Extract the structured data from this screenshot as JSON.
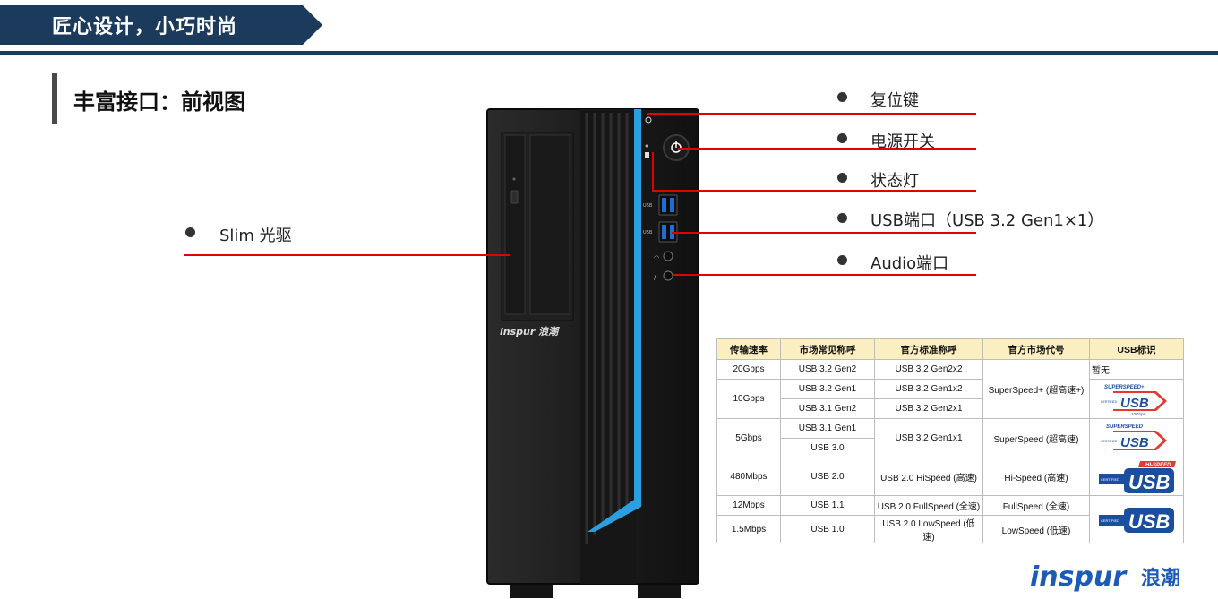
{
  "header": {
    "title": "匠心设计，小巧时尚"
  },
  "section": {
    "title": "丰富接口：前视图"
  },
  "callouts": {
    "optical": "Slim 光驱",
    "reset": "复位键",
    "power": "电源开关",
    "status": "状态灯",
    "usb": "USB端口（USB 3.2 Gen1×1）",
    "audio": "Audio端口"
  },
  "device": {
    "brand": "inspur",
    "brand_cn": "浪潮",
    "port_label": "USB"
  },
  "table": {
    "headers": [
      "传输速率",
      "市场常见称呼",
      "官方标准称呼",
      "官方市场代号",
      "USB标识"
    ],
    "rows": [
      [
        "20Gbps",
        "USB 3.2 Gen2",
        "USB 3.2 Gen2x2",
        "",
        "暂无"
      ],
      [
        "10Gbps",
        "USB 3.2 Gen1",
        "USB 3.2 Gen1x2",
        "SuperSpeed+ (超高速+)",
        ""
      ],
      [
        "",
        "USB 3.1 Gen2",
        "USB 3.2 Gen2x1",
        "",
        ""
      ],
      [
        "5Gbps",
        "USB 3.1 Gen1",
        "USB 3.2 Gen1x1",
        "SuperSpeed (超高速)",
        ""
      ],
      [
        "",
        "USB 3.0",
        "",
        "",
        ""
      ],
      [
        "480Mbps",
        "USB 2.0",
        "USB 2.0 HiSpeed (高速)",
        "Hi-Speed (高速)",
        ""
      ],
      [
        "12Mbps",
        "USB 1.1",
        "USB 2.0 FullSpeed (全速)",
        "FullSpeed (全速)",
        ""
      ],
      [
        "1.5Mbps",
        "USB 1.0",
        "USB 2.0 LowSpeed (低速)",
        "LowSpeed (低速)",
        ""
      ]
    ],
    "logos": {
      "superspeed_plus": {
        "top": "SUPERSPEED+",
        "main": "USB",
        "sub": "10Gbps",
        "cert": "CERTIFIED"
      },
      "superspeed": {
        "top": "SUPERSPEED",
        "main": "USB",
        "cert": "CERTIFIED"
      },
      "hispeed": {
        "top": "HI-SPEED",
        "main": "USB",
        "cert": "CERTIFIED"
      },
      "basic": {
        "main": "USB",
        "cert": "CERTIFIED"
      }
    }
  },
  "footer": {
    "brand": "inspur",
    "brand_cn": "浪潮"
  },
  "colors": {
    "navy": "#1b3a5c",
    "red": "#e00000",
    "accent_blue": "#2aa0e0",
    "case": "#1c1c1c",
    "table_header": "#fbeec0"
  }
}
